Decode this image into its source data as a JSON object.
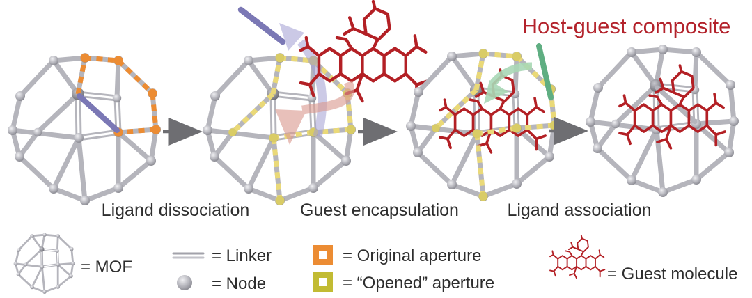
{
  "figure": {
    "title": "Host-guest composite",
    "title_color": "#b3222b"
  },
  "steps": [
    {
      "label": "Ligand dissociation"
    },
    {
      "label": "Guest encapsulation"
    },
    {
      "label": "Ligand association"
    }
  ],
  "legend": {
    "mof_label": "= MOF",
    "linker_label": "= Linker",
    "node_label": "= Node",
    "original_aperture_label": "= Original aperture",
    "opened_aperture_label": "= “Opened” aperture",
    "guest_label": "= Guest molecule"
  },
  "icons": {
    "mof_cage": "gray ball-and-stick polyhedral cage",
    "linker": "double gray rod",
    "node": "gray sphere",
    "original_aperture": "orange open square",
    "opened_aperture": "olive open square",
    "guest_molecule": "red polycyclic molecule"
  },
  "colors": {
    "original_aperture": "#ec8c33",
    "opened_aperture": "#c2bb33",
    "opened_aperture_dash": "#ead978",
    "guest_molecule": "#b32025",
    "dissociating_linker": "#7b78b5",
    "associating_linker": "#5fae82",
    "frame_gray": "#b5b5bc",
    "arrow_gray": "#6e6e72"
  }
}
